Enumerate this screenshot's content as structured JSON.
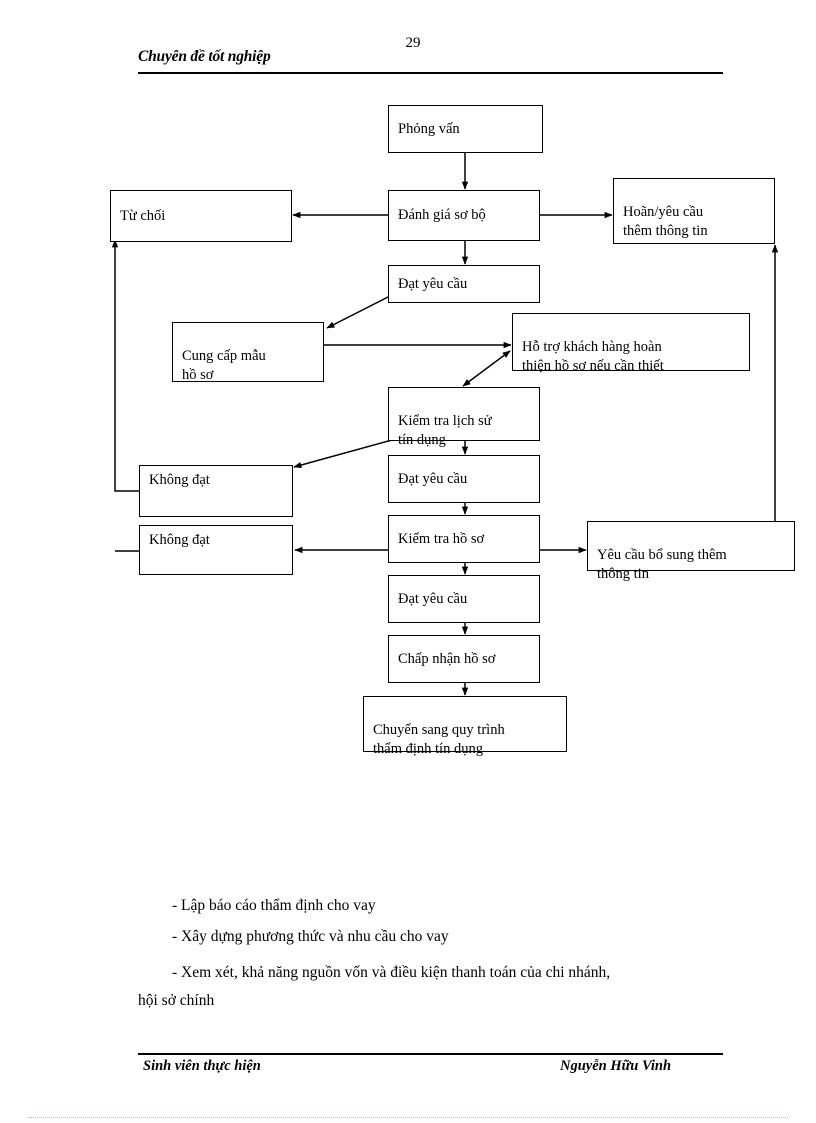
{
  "header": {
    "page_number": "29",
    "title": "Chuyên đề tốt nghiệp"
  },
  "footer": {
    "left": "Sinh viên thực hiện",
    "right": "Nguyễn Hữu Vinh"
  },
  "flowchart": {
    "type": "process-flow-diagram",
    "nodes": [
      {
        "id": "phong-van",
        "label": "Phỏng vấn"
      },
      {
        "id": "tu-choi",
        "label": "Từ chối"
      },
      {
        "id": "danh-gia-so-bo",
        "label": "Đánh giá  sơ bộ"
      },
      {
        "id": "hoan-yeu-cau",
        "label": "Hoãn/yêu cầu\nthêm thông tin"
      },
      {
        "id": "dat-yeu-cau-1",
        "label": "Đạt yêu cầu"
      },
      {
        "id": "cung-cap-mau-ho-so",
        "label": "Cung cấp mẫu\nhồ sơ"
      },
      {
        "id": "ho-tro-khach-hang",
        "label": "Hỗ trợ khách hàng hoàn\nthiện hồ sơ nếu cần thiết"
      },
      {
        "id": "kiem-tra-lich-su",
        "label": "Kiểm tra lịch sử\ntín dụng"
      },
      {
        "id": "khong-dat-1",
        "label": "Không đạt"
      },
      {
        "id": "dat-yeu-cau-2",
        "label": "Đạt yêu cầu"
      },
      {
        "id": "khong-dat-2",
        "label": "Không đạt"
      },
      {
        "id": "kiem-tra-ho-so",
        "label": "Kiểm  tra hồ sơ"
      },
      {
        "id": "yeu-cau-bo-sung",
        "label": "Yêu cầu bổ sung thêm\nthông tin"
      },
      {
        "id": "dat-yeu-cau-3",
        "label": "Đạt yêu cầu"
      },
      {
        "id": "chap-nhan-ho-so",
        "label": "Chấp nhận hồ sơ"
      },
      {
        "id": "chuyen-sang-quy-trinh",
        "label": "Chuyển sang quy trình\nthẩm định tín dụng"
      }
    ]
  },
  "body": {
    "lines": [
      "- Lập báo cáo thẩm định cho vay",
      "- Xây dựng phương thức và nhu cầu cho vay",
      "- Xem xét, khả năng nguồn vốn và điều kiện thanh toán của chi nhánh,",
      "hội sở chính"
    ]
  }
}
